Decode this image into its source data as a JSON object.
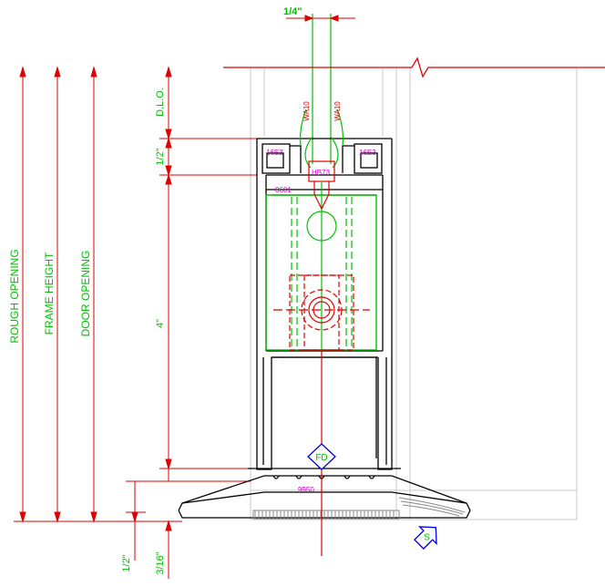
{
  "colors": {
    "dimension": "#e00000",
    "profile": "#000000",
    "glazing": "#00c000",
    "part_label": "#d000d0",
    "mark": "#0000e0",
    "light_outline": "#c8c8c8",
    "sweep": "#888888"
  },
  "dimensions": {
    "top_width": "1/4\"",
    "dlo": "D.L.O.",
    "half_inch_top": "1/2\"",
    "four_inch": "4\"",
    "half_inch_bottom": "1/2\"",
    "three_sixteenths": "3/16\""
  },
  "vertical_labels": {
    "rough_opening": "ROUGH OPENING",
    "frame_height": "FRAME HEIGHT",
    "door_opening": "DOOR OPENING"
  },
  "part_labels": {
    "wa10_left": "WA10",
    "wa10_right": "WA10",
    "e16_left": "16E3",
    "e16_right": "16E3",
    "hb73": "HB73",
    "p8601": "8601",
    "p9950": "9950"
  },
  "marks": {
    "fd": "FD",
    "s": "S"
  }
}
